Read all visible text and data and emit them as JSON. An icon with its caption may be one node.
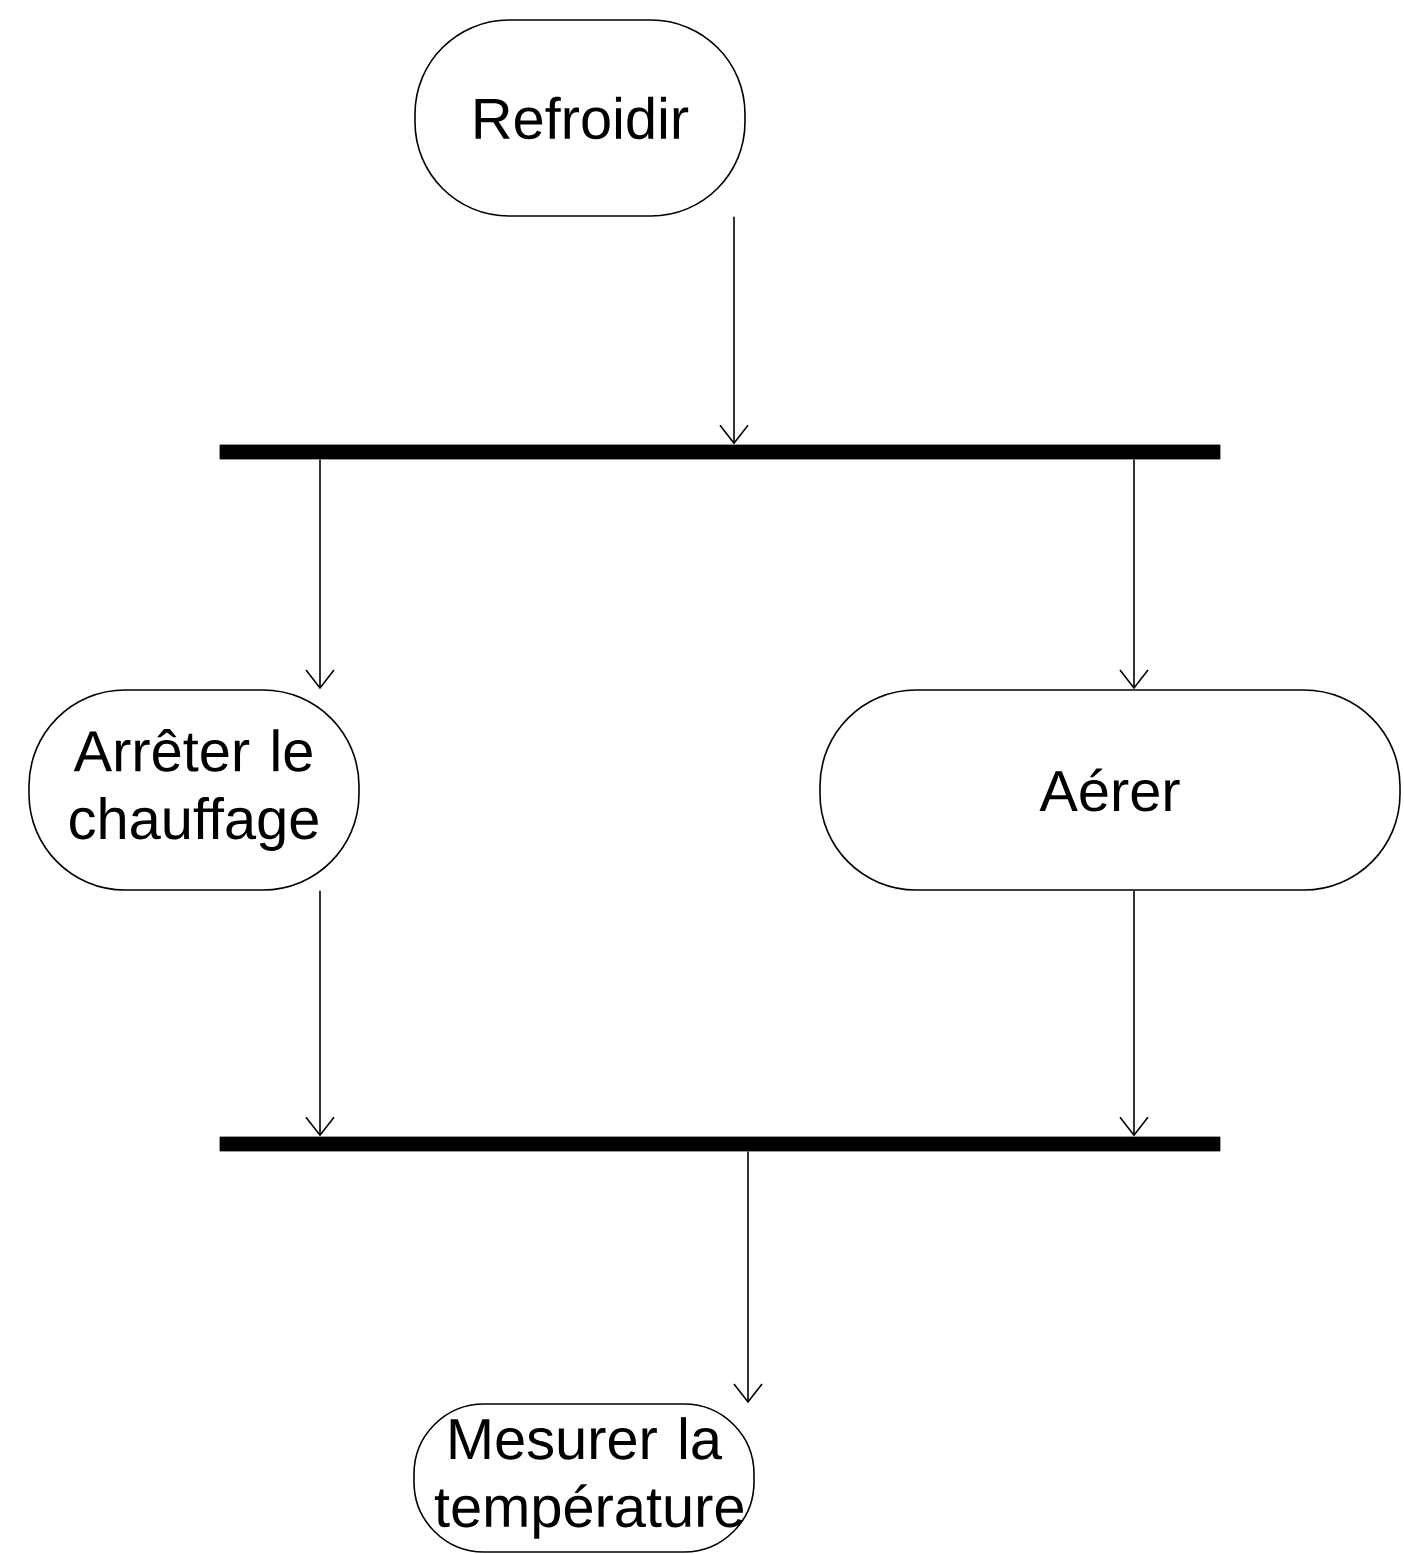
{
  "diagram": {
    "nodes": [
      {
        "text": [
          "Refroidir"
        ]
      },
      {
        "text": [],
        "shape": "bar"
      },
      {
        "text": [
          "Arrêter le chauffage"
        ]
      },
      {
        "text": [
          "Aérer"
        ]
      },
      {
        "text": [],
        "shape": "bar"
      },
      {
        "text": [
          "Mesurer la température"
        ]
      }
    ],
    "edges": [
      {
        "from": 0,
        "to": 1,
        "arrow": "to"
      },
      {
        "from": 1,
        "to": 2,
        "arrow": "to"
      },
      {
        "from": 1,
        "to": 3,
        "arrow": "to"
      },
      {
        "from": 2,
        "to": 4,
        "arrow": "to"
      },
      {
        "from": 3,
        "to": 4,
        "arrow": "to"
      },
      {
        "from": 4,
        "to": 5,
        "arrow": "to"
      }
    ]
  }
}
